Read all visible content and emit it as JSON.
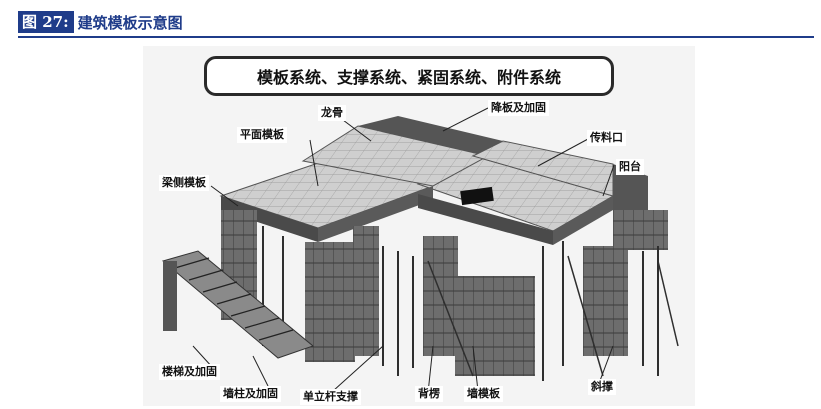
{
  "figure": {
    "number": "图 27:",
    "title": "建筑模板示意图"
  },
  "diagram": {
    "banner": "模板系统、支撑系统、紧固系统、附件系统",
    "labels": {
      "longgu": "龙骨",
      "jiangban": "降板及加固",
      "pingmian": "平面模板",
      "chuanliao": "传料口",
      "liangce": "梁侧模板",
      "yangtai": "阳台",
      "louti": "楼梯及加固",
      "qiangzhu": "墙柱及加固",
      "danli": "单立杆支撑",
      "beileng": "背楞",
      "qiangmu": "墙模板",
      "xiecheng": "斜撑"
    }
  }
}
